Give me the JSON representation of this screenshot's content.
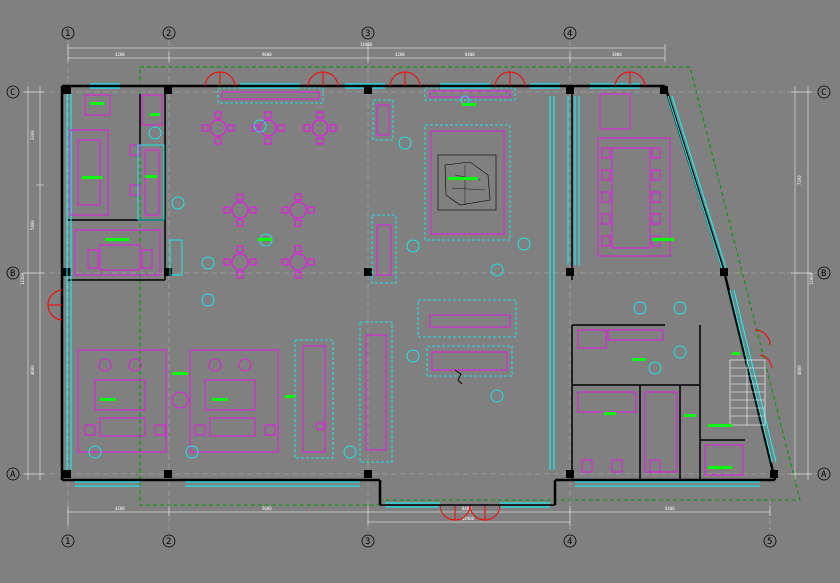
{
  "grid": {
    "columns_top": [
      "1",
      "2",
      "3",
      "4"
    ],
    "columns_bottom": [
      "1",
      "2",
      "3",
      "4",
      "5"
    ],
    "rows_left": [
      "C",
      "B",
      "A"
    ],
    "rows_right": [
      "C",
      "B",
      "A"
    ]
  },
  "dimensions": {
    "top_overall": "14400",
    "top_segments": [
      "4200",
      "9600",
      "4200",
      "8400",
      "3800"
    ],
    "bottom_overall": "18400",
    "bottom_segments": [
      "4200",
      "5600",
      "8400",
      "6400"
    ],
    "left_segments": [
      "2300",
      "5400",
      "4600"
    ],
    "left_overall": "12300",
    "right_segments": [
      "7200",
      "4800"
    ],
    "right_overall": "12000"
  },
  "colors": {
    "background": "#808080",
    "wall": "#000000",
    "window": "#00ffff",
    "furniture": "#ff00ff",
    "door": "#ff0000",
    "label": "#00ff00",
    "boundary": "#00aa00",
    "dim": "#ffffff"
  }
}
